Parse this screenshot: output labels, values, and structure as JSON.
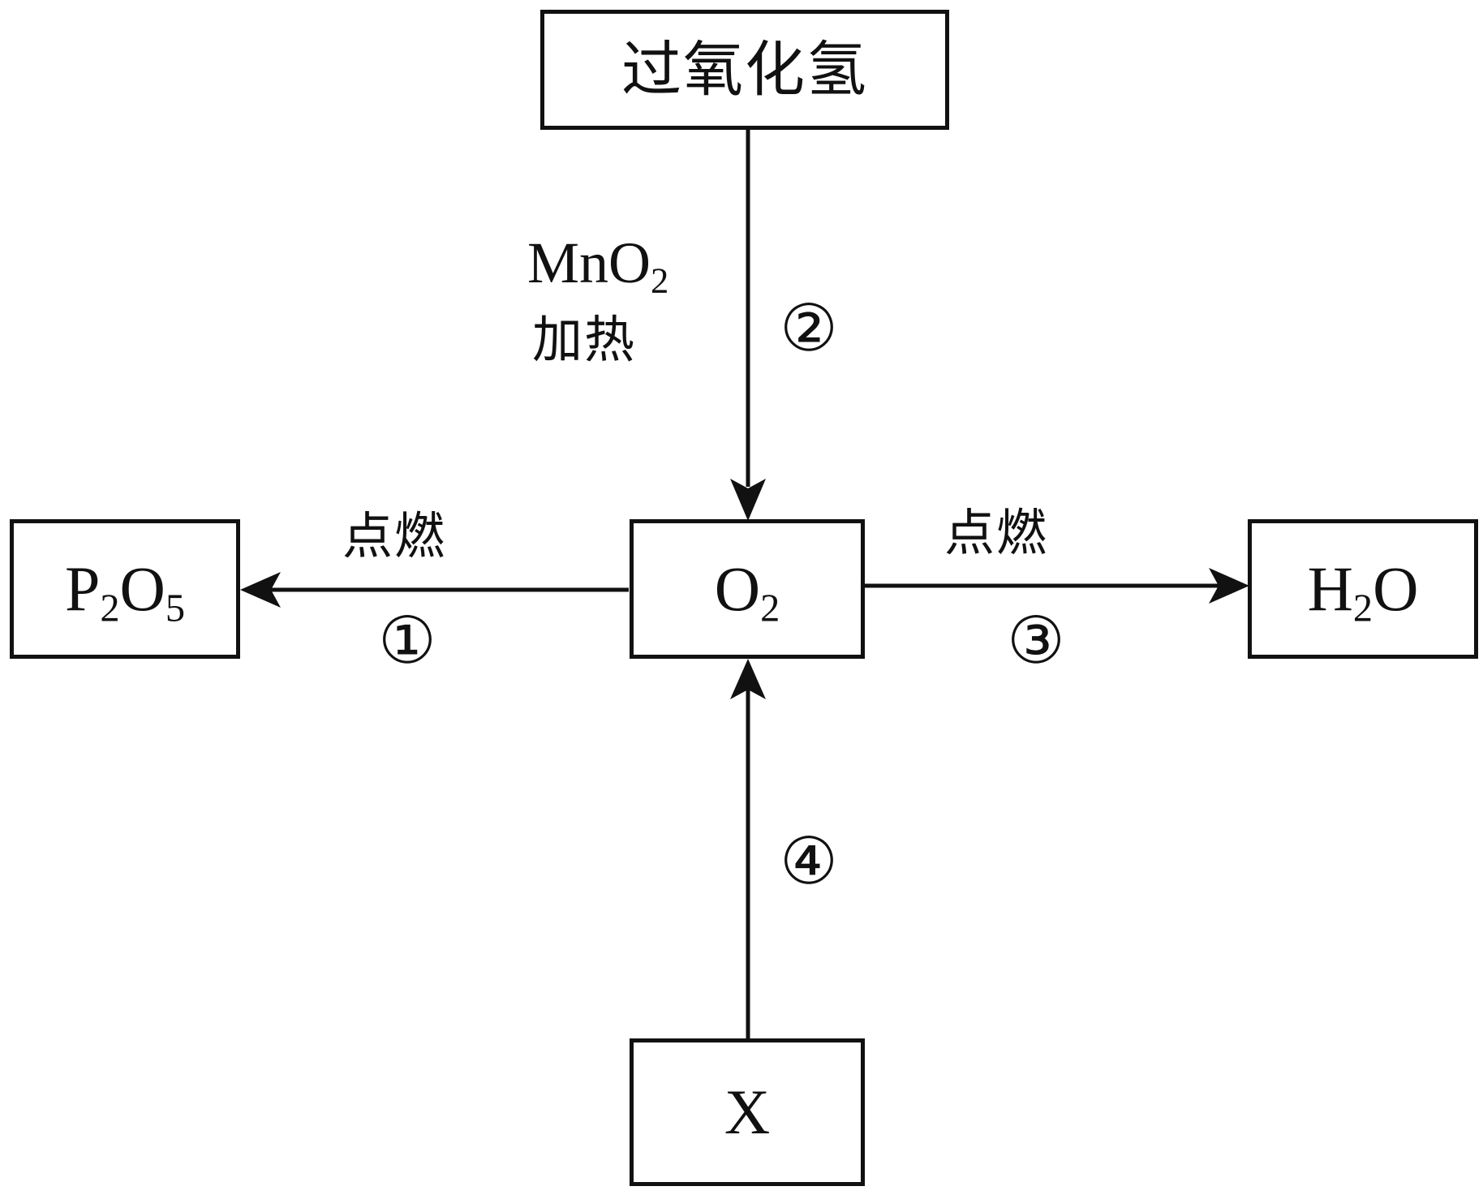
{
  "nodes": {
    "h2o2": {
      "text": "过氧化氢"
    },
    "o2": {
      "main": "O",
      "sub": "2"
    },
    "p2o5": {
      "p": "P",
      "sub1": "2",
      "o": "O",
      "sub2": "5"
    },
    "h2o": {
      "h": "H",
      "sub": "2",
      "o": "O"
    },
    "x": {
      "text": "X"
    }
  },
  "conditions": {
    "reaction_1": "点燃",
    "reaction_2": {
      "catalyst_main": "MnO",
      "catalyst_sub": "2",
      "heat": "加热"
    },
    "reaction_3": "点燃"
  },
  "step_numbers": {
    "step_1": "①",
    "step_2": "②",
    "step_3": "③",
    "step_4": "④"
  },
  "colors": {
    "line": "#111111",
    "background": "#ffffff"
  }
}
